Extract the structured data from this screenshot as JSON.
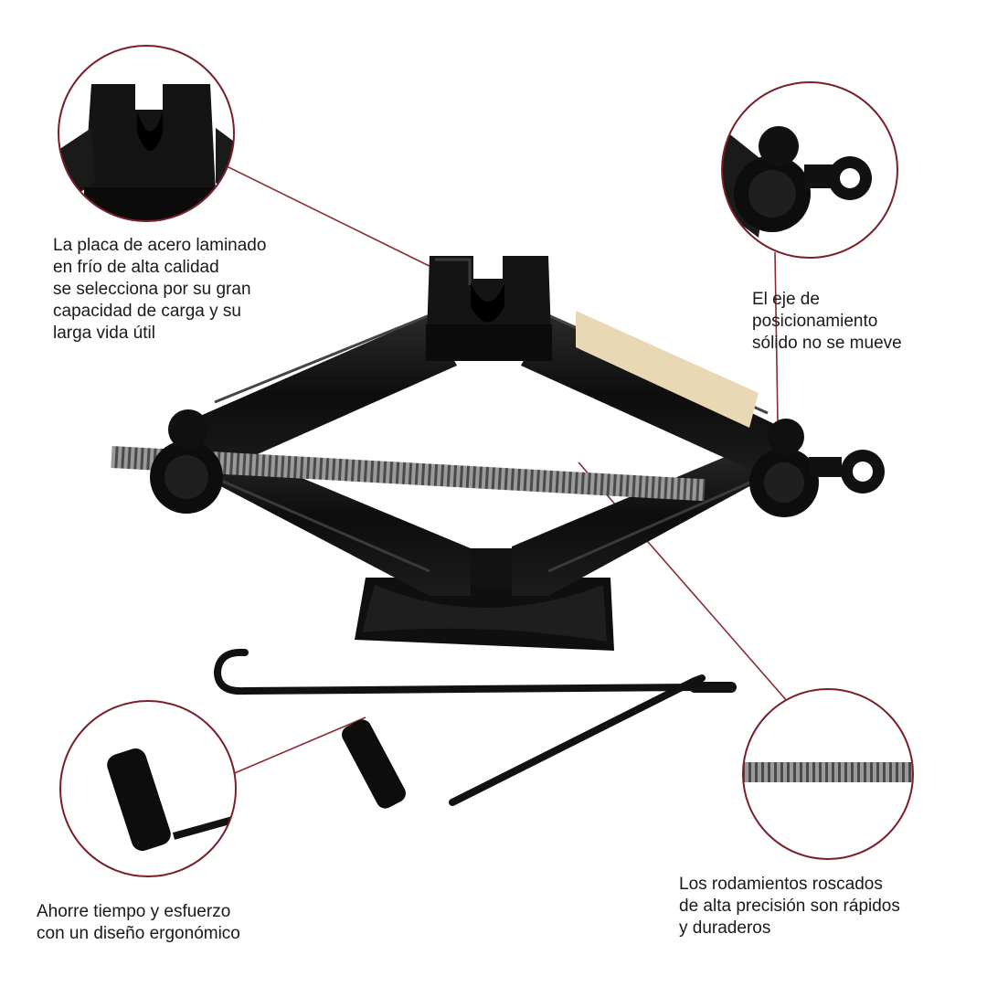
{
  "captions": {
    "plate": [
      "La placa de acero laminado",
      "en frío de alta calidad",
      "se selecciona por su gran",
      "capacidad de carga y su",
      "larga vida útil"
    ],
    "axis": [
      "El eje de",
      "posicionamiento",
      "sólido no se mueve"
    ],
    "handle": [
      "Ahorre tiempo y esfuerzo",
      "con un diseño ergonómico"
    ],
    "bearings": [
      "Los rodamientos roscados",
      "de alta precisión son rápidos",
      "y duraderos"
    ]
  },
  "colors": {
    "background": "#ffffff",
    "callout_ring": "#7a1e28",
    "leader_line": "#8a2a33",
    "steel": "#111111",
    "steel_highlight": "#3a3a3a",
    "thread": "#8a8a8a",
    "label": "#e8d8b4"
  }
}
